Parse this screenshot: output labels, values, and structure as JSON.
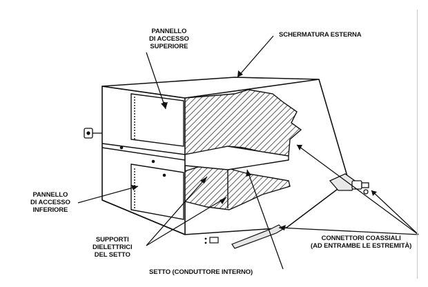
{
  "labels": {
    "top_panel": [
      "PANNELLO",
      "DI ACCESSO",
      "SUPERIORE"
    ],
    "outer_shield": "SCHERMATURA ESTERNA",
    "bottom_panel": [
      "PANNELLO",
      "DI ACCESSO",
      "INFERIORE"
    ],
    "dielectric_supports": [
      "SUPPORTI",
      "DIELETTRICI",
      "DEL SETTO"
    ],
    "septum": "SETTO (CONDUTTORE INTERNO)",
    "coax_connectors": [
      "CONNETTORI COASSIALI",
      "(AD ENTRAMBE LE ESTREMITÀ)"
    ]
  }
}
